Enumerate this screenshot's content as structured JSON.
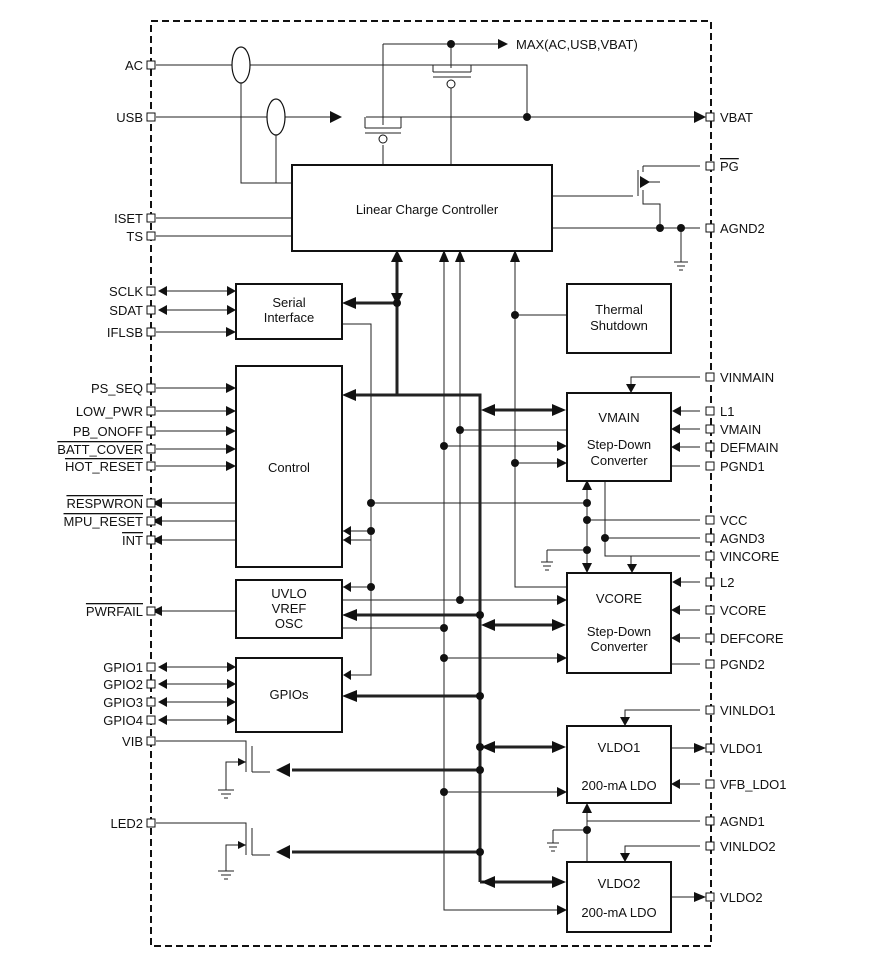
{
  "left_pins": [
    "AC",
    "USB",
    "ISET",
    "TS",
    "SCLK",
    "SDAT",
    "IFLSB",
    "PS_SEQ",
    "LOW_PWR",
    "PB_ONOFF",
    "BATT_COVER",
    "HOT_RESET",
    "RESPWRON",
    "MPU_RESET",
    "INT",
    "PWRFAIL",
    "GPIO1",
    "GPIO2",
    "GPIO3",
    "GPIO4",
    "VIB",
    "LED2"
  ],
  "right_pins": [
    "VBAT",
    "PG",
    "AGND2",
    "VINMAIN",
    "L1",
    "VMAIN",
    "DEFMAIN",
    "PGND1",
    "VCC",
    "AGND3",
    "VINCORE",
    "L2",
    "VCORE",
    "DEFCORE",
    "PGND2",
    "VINLDO1",
    "VLDO1",
    "VFB_LDO1",
    "AGND1",
    "VINLDO2",
    "VLDO2"
  ],
  "max_label": "MAX(AC,USB,VBAT)",
  "blocks": {
    "linear_charge": [
      "Linear Charge Controller"
    ],
    "serial": [
      "Serial",
      "Interface"
    ],
    "thermal": [
      "Thermal",
      "Shutdown"
    ],
    "control": [
      "Control"
    ],
    "uvlo": [
      "UVLO",
      "VREF",
      "OSC"
    ],
    "gpios": [
      "GPIOs"
    ],
    "vmain": [
      "VMAIN",
      "Step-Down",
      "Converter"
    ],
    "vcore": [
      "VCORE",
      "Step-Down",
      "Converter"
    ],
    "vldo1": [
      "VLDO1",
      "200-mA LDO"
    ],
    "vldo2": [
      "VLDO2",
      "200-mA LDO"
    ]
  }
}
